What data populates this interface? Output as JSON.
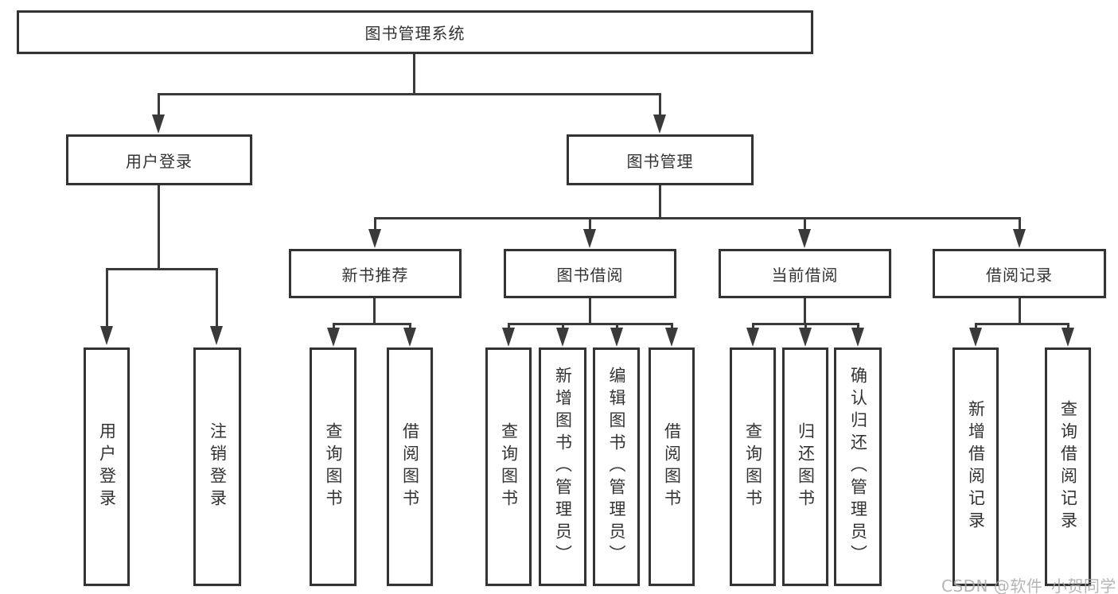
{
  "root": {
    "label": "图书管理系统"
  },
  "branches": {
    "user_login": {
      "label": "用户登录",
      "children": {
        "login": "用户登录",
        "logout": "注销登录"
      }
    },
    "book_mgmt": {
      "label": "图书管理",
      "sections": {
        "new_books": {
          "label": "新书推荐",
          "children": {
            "query": "查询图书",
            "borrow": "借阅图书"
          }
        },
        "borrowing": {
          "label": "图书借阅",
          "children": {
            "query": "查询图书",
            "add": "新增图书（管理员）",
            "edit": "编辑图书（管理员）",
            "borrow": "借阅图书"
          }
        },
        "current": {
          "label": "当前借阅",
          "children": {
            "query": "查询图书",
            "return": "归还图书",
            "confirm": "确认归还（管理员）"
          }
        },
        "records": {
          "label": "借阅记录",
          "children": {
            "add": "新增借阅记录",
            "query": "查询借阅记录"
          }
        }
      }
    }
  },
  "watermark": "CSDN @软件_小贺同学"
}
